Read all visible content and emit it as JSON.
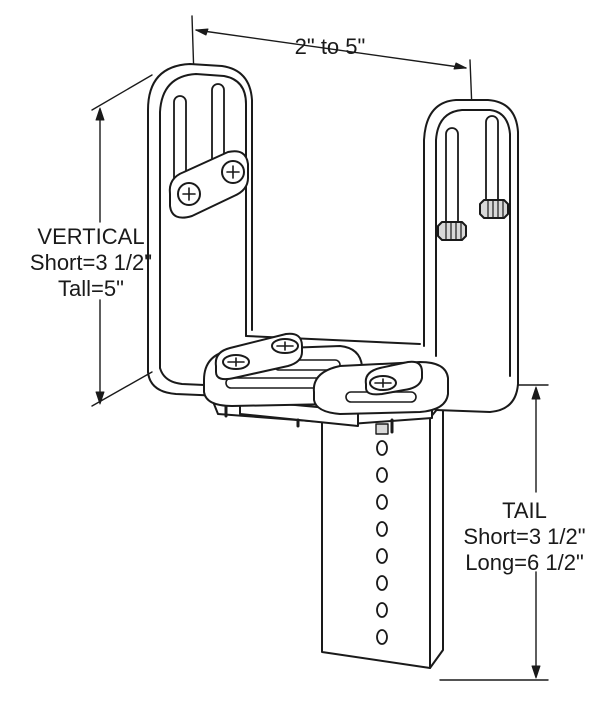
{
  "dimensions": {
    "width_label": "2\" to 5\"",
    "vertical": {
      "title": "VERTICAL",
      "short": "Short=3 1/2\"",
      "tall": "Tall=5\""
    },
    "tail": {
      "title": "TAIL",
      "short": "Short=3 1/2\"",
      "long": "Long=6 1/2\""
    }
  },
  "colors": {
    "line": "#1a1a1a",
    "fill": "#ffffff",
    "shade": "#d9d9d9"
  }
}
